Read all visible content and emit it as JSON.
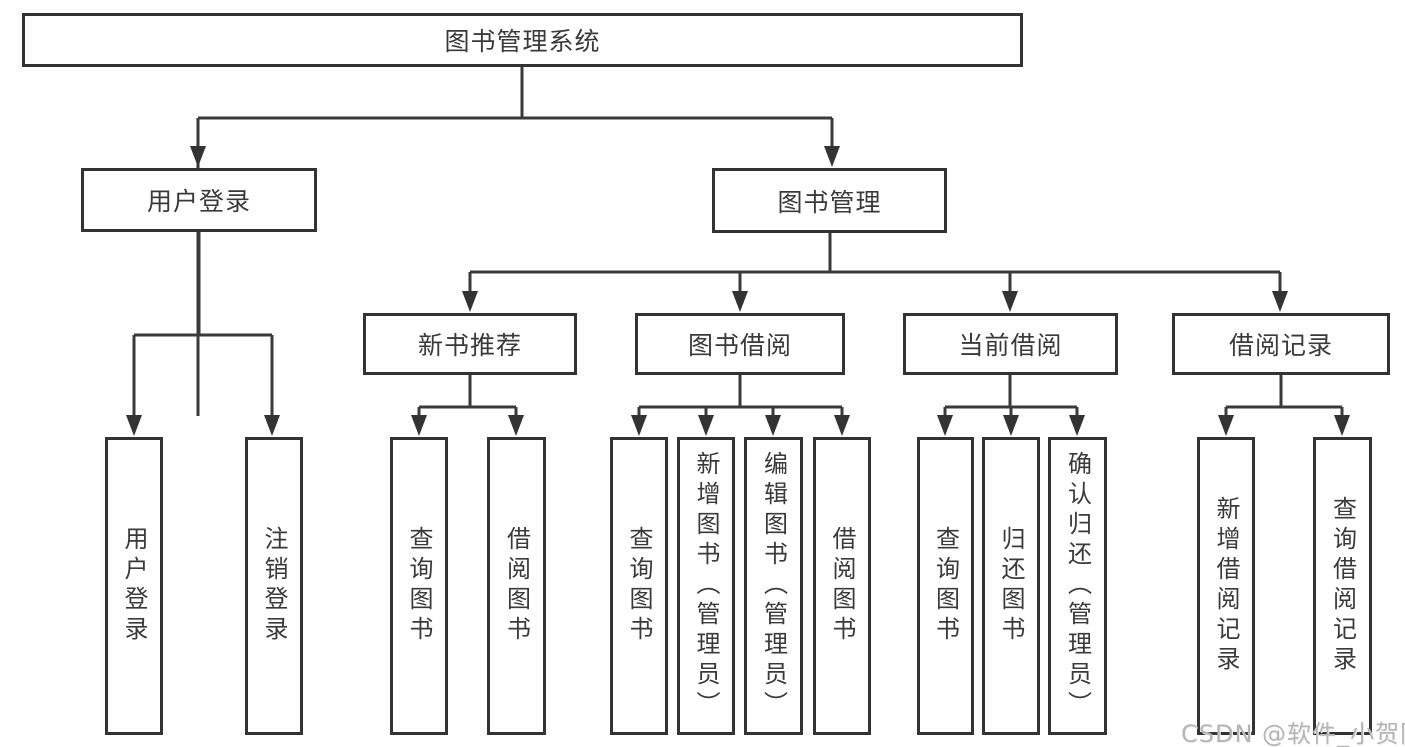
{
  "diagram": {
    "type": "hierarchy-tree",
    "orientation": "top-down",
    "colors": {
      "background": "#ffffff",
      "box_border": "#333333",
      "connector_line": "#3a3a3a",
      "text": "#3a3a3a",
      "watermark": "#b5b5b5"
    }
  },
  "tree": {
    "label": "图书管理系统",
    "children": [
      {
        "label": "用户登录",
        "children": [
          {
            "label": "用户登录"
          },
          {
            "label": "注销登录"
          }
        ]
      },
      {
        "label": "图书管理",
        "children": [
          {
            "label": "新书推荐",
            "children": [
              {
                "label": "查询图书"
              },
              {
                "label": "借阅图书"
              }
            ]
          },
          {
            "label": "图书借阅",
            "children": [
              {
                "label": "查询图书"
              },
              {
                "label": "新增图书（管理员）"
              },
              {
                "label": "编辑图书（管理员）"
              },
              {
                "label": "借阅图书"
              }
            ]
          },
          {
            "label": "当前借阅",
            "children": [
              {
                "label": "查询图书"
              },
              {
                "label": "归还图书"
              },
              {
                "label": "确认归还（管理员）"
              }
            ]
          },
          {
            "label": "借阅记录",
            "children": [
              {
                "label": "新增借阅记录"
              },
              {
                "label": "查询借阅记录"
              }
            ]
          }
        ]
      }
    ]
  },
  "watermark": {
    "text": "CSDN @软件_小贺同学"
  }
}
